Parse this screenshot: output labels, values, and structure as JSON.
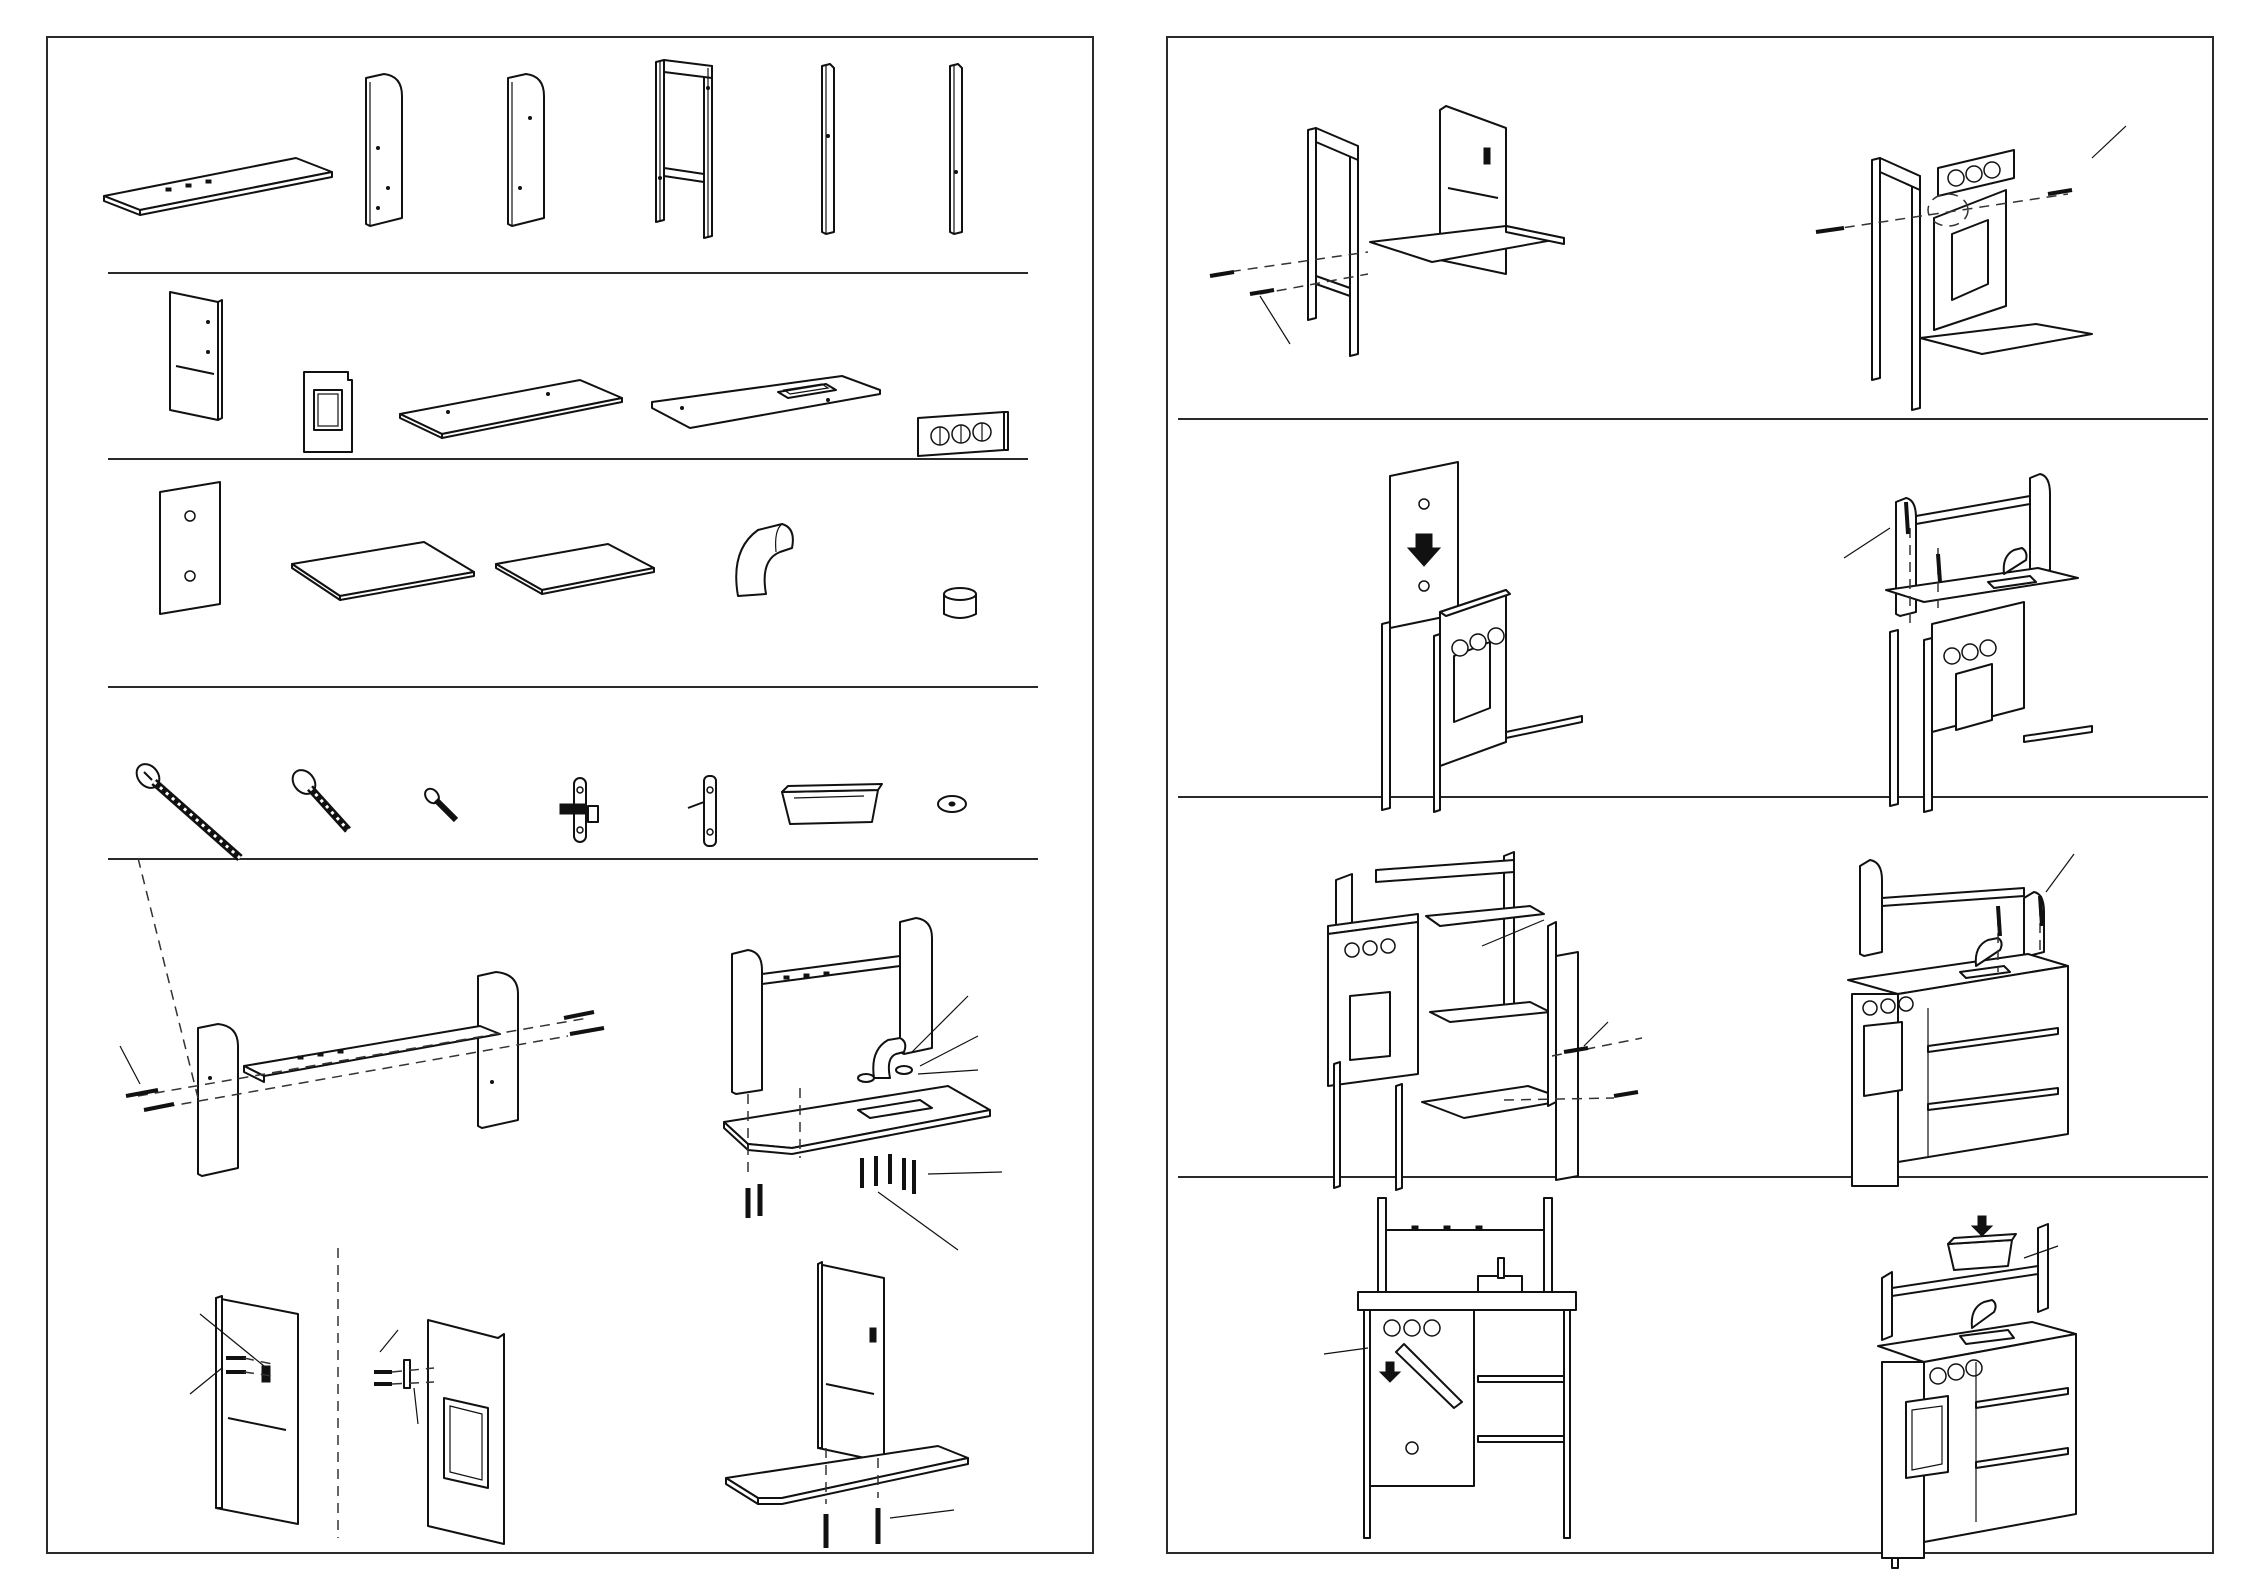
{
  "document": {
    "type": "assembly-instructions",
    "pages": [
      {
        "id": "left",
        "sections": [
          "parts-panels",
          "parts-boards",
          "parts-accessories",
          "hardware",
          "steps-1-4"
        ]
      },
      {
        "id": "right",
        "sections": [
          "steps-5-6",
          "steps-7-8",
          "steps-9-10",
          "steps-11-12"
        ]
      }
    ]
  },
  "icons": {
    "long-screw": "long-screw-icon",
    "medium-screw": "medium-screw-icon",
    "short-screw": "short-screw-icon",
    "hinge": "hinge-icon",
    "latch": "latch-icon",
    "sink-basin": "sink-basin-icon",
    "washer": "washer-icon",
    "faucet": "faucet-icon",
    "knob": "knob-icon",
    "arrow-down": "arrow-down-icon"
  },
  "colors": {
    "line": "#111111",
    "frame": "#2a2a2a",
    "background": "#ffffff"
  }
}
